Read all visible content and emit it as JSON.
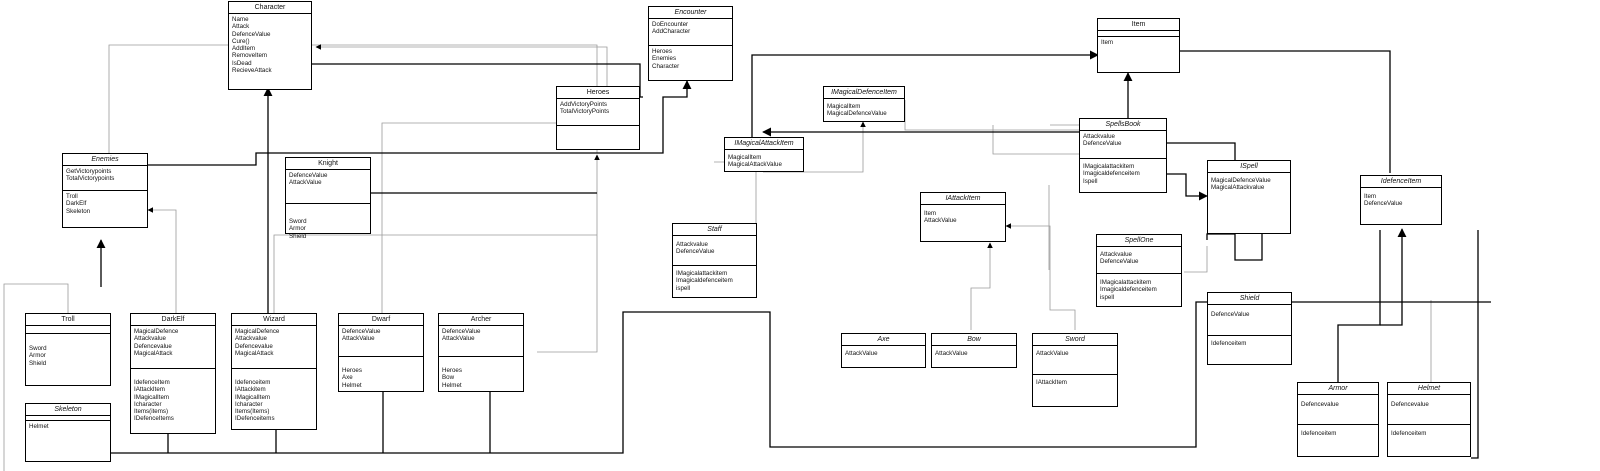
{
  "classes": {
    "character": {
      "name": "Character",
      "attributes": [
        "Name",
        "Attack",
        "DefenceValue",
        "Cure()",
        "AddItem",
        "RemoveItem",
        "IsDead",
        "RecieveAttack"
      ],
      "methods": []
    },
    "encounter": {
      "name": "Encounter",
      "attributes": [
        "DoEncounter",
        "AddCharacter"
      ],
      "methods": [
        "Heroes",
        "Enemies",
        "Character"
      ]
    },
    "heroes": {
      "name": "Heroes",
      "attributes": [
        "AddVictoryPoints",
        "TotalVictoryPoints"
      ],
      "methods": []
    },
    "enemies": {
      "name": "Enemies",
      "attributes": [
        "GetVictorypoints",
        "TotalVictorypoints"
      ],
      "methods": [
        "Troll",
        "DarkElf",
        "Skeleton"
      ]
    },
    "knight": {
      "name": "Knight",
      "attributes": [
        "DefenceValue",
        "AttackValue"
      ],
      "methods": [
        "Sword",
        "Armor",
        "Shield"
      ]
    },
    "troll": {
      "name": "Troll",
      "attributes": [],
      "methods": [
        "Sword",
        "Armor",
        "Shield"
      ]
    },
    "darkelf": {
      "name": "DarkElf",
      "attributes": [
        "MagicalDefence",
        "Attackvalue",
        "Defencevalue",
        "MagicalAttack"
      ],
      "methods": [
        "IdefenceItem",
        "IAttackItem",
        "IMagicalItem",
        "Icharacter",
        "Items(items)",
        "IDefenceItems"
      ]
    },
    "wizard": {
      "name": "Wizard",
      "attributes": [
        "MagicalDefence",
        "Attackvalue",
        "Defencevalue",
        "MagicalAttack"
      ],
      "methods": [
        "Idefenceitem",
        "IAttackitem",
        "IMagicalItem",
        "Icharacter",
        "Items(Items)",
        "IDefenceitems"
      ]
    },
    "dwarf": {
      "name": "Dwarf",
      "attributes": [
        "DefenceValue",
        "AttackValue"
      ],
      "methods": [
        "Heroes",
        "Axe",
        "Helmet"
      ]
    },
    "archer": {
      "name": "Archer",
      "attributes": [
        "DefenceValue",
        "AttackValue"
      ],
      "methods": [
        "Heroes",
        "Bow",
        "Helmet"
      ]
    },
    "skeleton": {
      "name": "Skeleton",
      "attributes": [
        "Helmet"
      ],
      "methods": []
    },
    "item": {
      "name": "Item",
      "attributes": [
        "Item"
      ],
      "methods": []
    },
    "imagicaldefenceitem": {
      "name": "IMagicalDefenceItem",
      "attributes": [
        "MagicalItem",
        "MagicalDefenceValue"
      ],
      "methods": []
    },
    "imagicalattackitem": {
      "name": "IMagicalAttackItem",
      "attributes": [
        "MagicalItem",
        "MagicalAttackValue"
      ],
      "methods": []
    },
    "spellbook": {
      "name": "SpellsBook",
      "attributes": [
        "Attackvalue",
        "DefenceValue"
      ],
      "methods": [
        "IMagicalattackitem",
        "Imagicaldefenceitem",
        "Ispell"
      ]
    },
    "ispell": {
      "name": "ISpell",
      "attributes": [
        "MagicalDefenceValue",
        "MagicalAttackvalue"
      ],
      "methods": []
    },
    "staff": {
      "name": "Staff",
      "attributes": [
        "Attackvalue",
        "DefenceValue"
      ],
      "methods": [
        "IMagicalattackitem",
        "Imagicaldefenceitem",
        "ispell"
      ]
    },
    "iattackitem": {
      "name": "IAttackItem",
      "attributes": [
        "Item",
        "AttackValue"
      ],
      "methods": []
    },
    "spellone": {
      "name": "SpellOne",
      "attributes": [
        "Attackvalue",
        "DefenceValue"
      ],
      "methods": [
        "IMagicalattackitem",
        "Imagicaldefenceitem",
        "ispell"
      ]
    },
    "idefenceitem": {
      "name": "IdefenceItem",
      "attributes": [
        "Item",
        "DefenceValue"
      ],
      "methods": []
    },
    "shield": {
      "name": "Shield",
      "attributes": [
        "DefenceValue"
      ],
      "methods": [
        "Idefenceitem"
      ]
    },
    "axe": {
      "name": "Axe",
      "attributes": [
        "AttackValue"
      ],
      "methods": []
    },
    "bow": {
      "name": "Bow",
      "attributes": [
        "AttackValue"
      ],
      "methods": []
    },
    "sword": {
      "name": "Sword",
      "attributes": [
        "AttackValue"
      ],
      "methods": [
        "IAttackItem"
      ]
    },
    "armor": {
      "name": "Armor",
      "attributes": [
        "Defencevalue"
      ],
      "methods": [
        "Idefenceitem"
      ]
    },
    "helmet": {
      "name": "Helmet",
      "attributes": [
        "Defencevalue"
      ],
      "methods": [
        "Idefenceitem"
      ]
    }
  }
}
